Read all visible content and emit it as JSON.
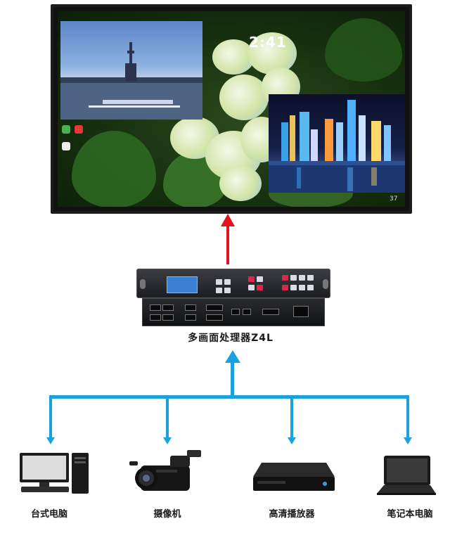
{
  "display": {
    "clock": "2:41",
    "tray_text": "37"
  },
  "processor": {
    "label": "多画面处理器Z4L"
  },
  "devices": [
    {
      "id": "desktop",
      "label": "台式电脑",
      "icon": "desktop-computer-icon"
    },
    {
      "id": "camcorder",
      "label": "摄像机",
      "icon": "video-camera-icon"
    },
    {
      "id": "player",
      "label": "高清播放器",
      "icon": "hd-player-icon"
    },
    {
      "id": "laptop",
      "label": "笔记本电脑",
      "icon": "laptop-icon"
    }
  ],
  "colors": {
    "output_arrow": "#e3121f",
    "input_lines": "#1ba2dc"
  }
}
